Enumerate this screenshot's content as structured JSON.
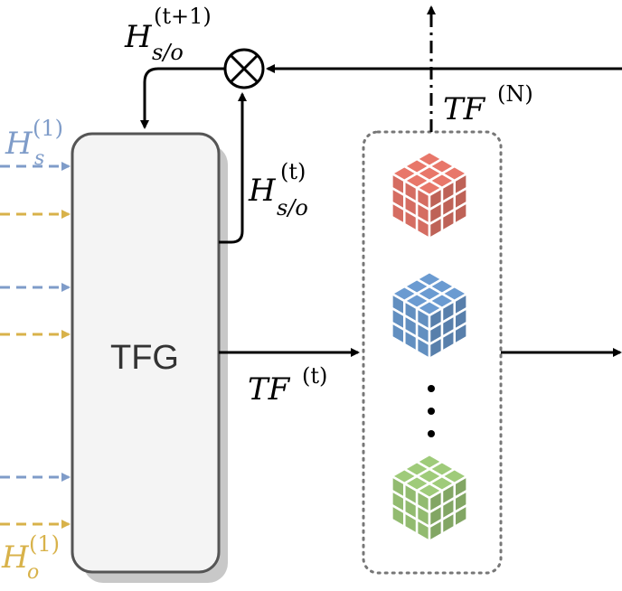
{
  "block": {
    "label": "TFG"
  },
  "labels": {
    "h_next": {
      "base": "H",
      "sup": "(t+1)",
      "sub": "s/o"
    },
    "h_t": {
      "base": "H",
      "sup": "(t)",
      "sub": "s/o"
    },
    "h_s1": {
      "base": "H",
      "sup": "(1)",
      "sub": "s"
    },
    "h_o1": {
      "base": "H",
      "sup": "(1)",
      "sub": "o"
    },
    "tf_t": {
      "base": "TF",
      "sup": "(t)"
    },
    "tf_n": {
      "base": "TF",
      "sup": "(N)"
    }
  },
  "cubes": [
    {
      "name": "red-cube",
      "color": "#e8776a"
    },
    {
      "name": "blue-cube",
      "color": "#6b9bd1"
    },
    {
      "name": "green-cube",
      "color": "#9fcb7a"
    }
  ],
  "colors": {
    "subject": "#7f9cc9",
    "object": "#d8b24a",
    "line": "#000000",
    "box_fill": "#f4f4f4",
    "box_stroke": "#555555",
    "shadow": "#c8c8c8",
    "dots_border": "#777777"
  }
}
